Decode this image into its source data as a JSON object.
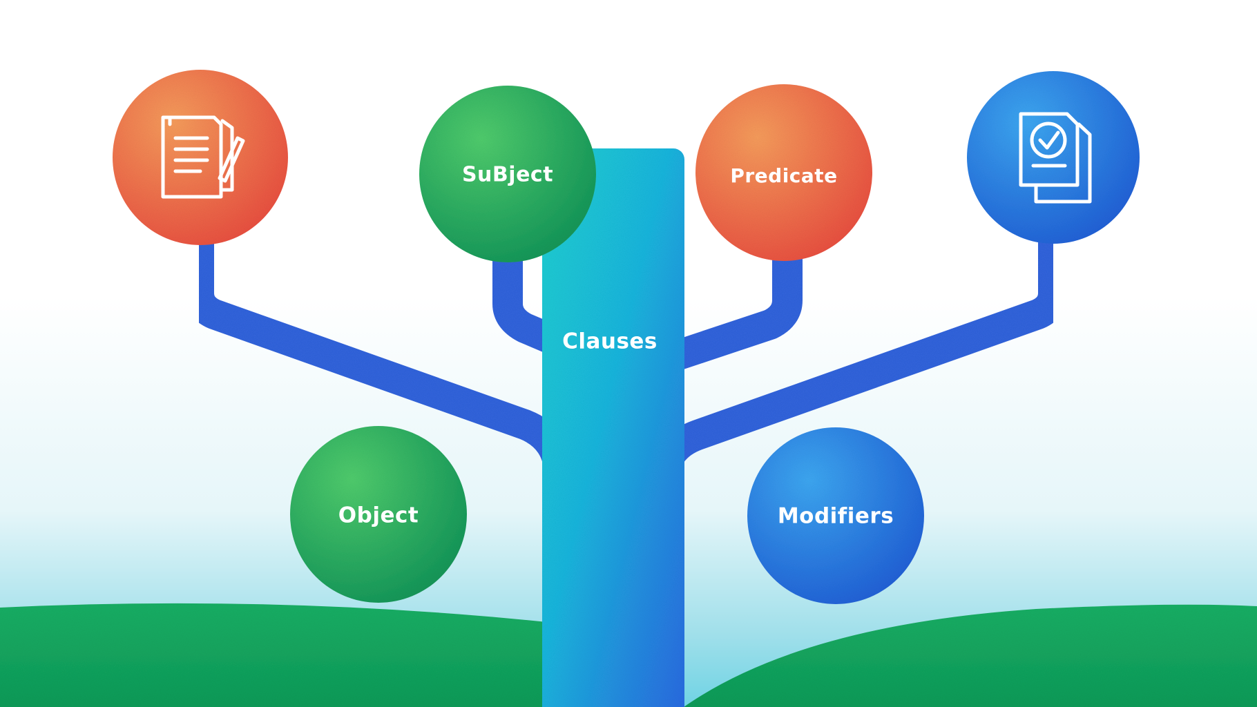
{
  "diagram": {
    "trunk": {
      "label": "Clauses"
    },
    "nodes": [
      {
        "id": "document",
        "label": "",
        "icon": "document-pen-icon",
        "color": "orange"
      },
      {
        "id": "subject",
        "label": "SuBject",
        "color": "green"
      },
      {
        "id": "predicate",
        "label": "Predicate",
        "color": "orange"
      },
      {
        "id": "checklist",
        "label": "",
        "icon": "document-check-icon",
        "color": "blue"
      },
      {
        "id": "object",
        "label": "Object",
        "color": "green"
      },
      {
        "id": "modifiers",
        "label": "Modifiers",
        "color": "blue"
      }
    ]
  },
  "colors": {
    "orange_light": "#f49a5a",
    "orange_dark": "#e9503f",
    "green_light": "#4bc96b",
    "green_dark": "#119858",
    "blue_light": "#3a9df0",
    "blue_dark": "#1f5fd6",
    "branch_blue": "#3164db",
    "trunk_cyan": "#1ec9d6",
    "trunk_blue": "#2a6be0",
    "ground_green": "#12a55f",
    "sky_cyan": "#6fd3e4"
  }
}
